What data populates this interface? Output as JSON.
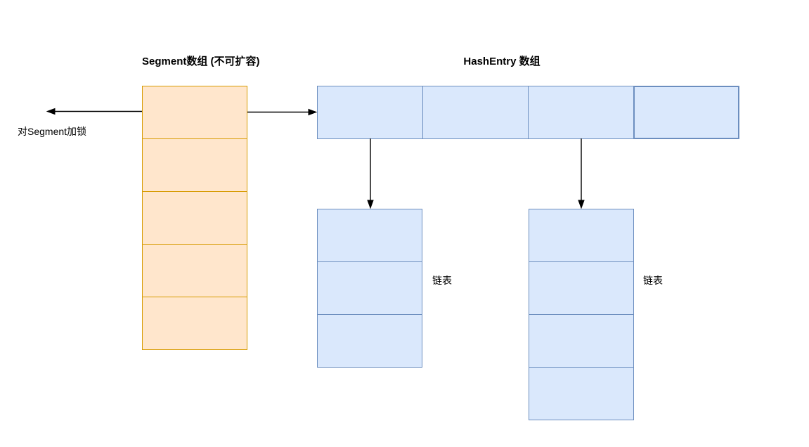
{
  "diagram": {
    "background": "#FFFFFF",
    "arrow_color": "#000000",
    "segment_array": {
      "title": "Segment数组 (不可扩容)",
      "cell_count": 5,
      "fill": "#FFE6CC",
      "stroke": "#D79B00"
    },
    "hash_entry_array": {
      "title": "HashEntry 数组",
      "cell_count": 4,
      "fill": "#DAE8FC",
      "stroke": "#6C8EBF"
    },
    "lock_arrow_label": "对Segment加锁",
    "linked_lists": [
      {
        "label": "链表",
        "cell_count": 3
      },
      {
        "label": "链表",
        "cell_count": 4
      }
    ]
  }
}
